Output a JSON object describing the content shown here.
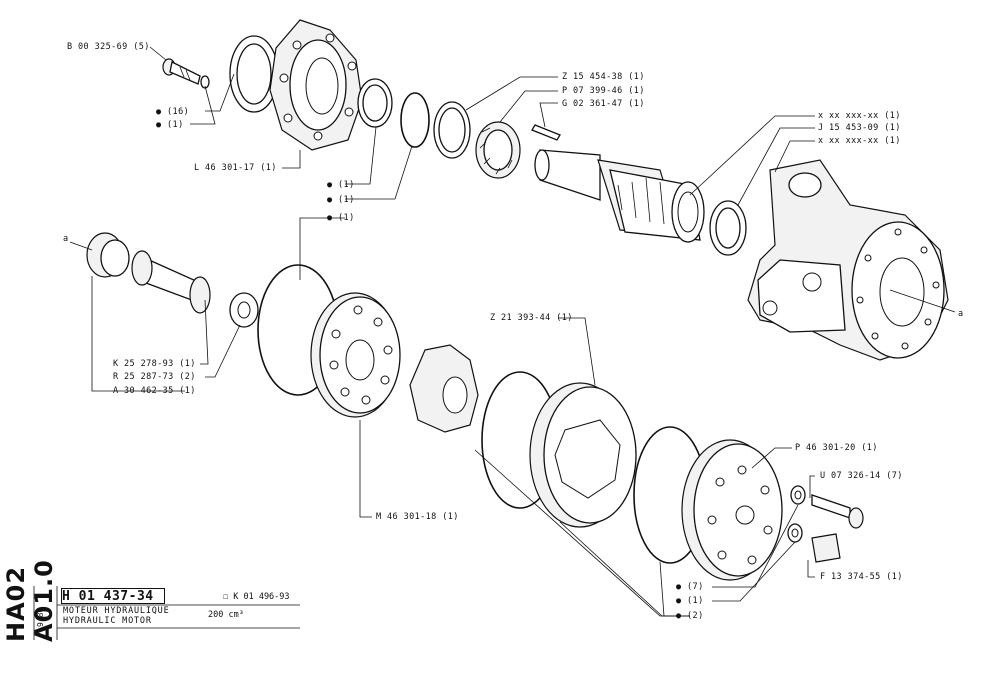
{
  "sheet": {
    "vertical_code": "HA02 A01.0",
    "date": "9.80",
    "drawing_number": "H 01 437-34",
    "reference": "☐ K 01 496-93",
    "title_fr": "MOTEUR HYDRAULIQUE",
    "title_en": "HYDRAULIC MOTOR",
    "displacement": "200 cm³"
  },
  "callouts": [
    {
      "id": "c1",
      "text": "B 00 325-69 (5)"
    },
    {
      "id": "c2",
      "text": "● (16)"
    },
    {
      "id": "c3",
      "text": "● (1)"
    },
    {
      "id": "c4",
      "text": "L 46 301-17 (1)"
    },
    {
      "id": "c5",
      "text": "● (1)"
    },
    {
      "id": "c6",
      "text": "● (1)"
    },
    {
      "id": "c7",
      "text": "● (1)"
    },
    {
      "id": "c8",
      "text": "Z 15 454-38 (1)"
    },
    {
      "id": "c9",
      "text": "P 07 399-46 (1)"
    },
    {
      "id": "c10",
      "text": "G 02 361-47 (1)"
    },
    {
      "id": "c11",
      "text": "x xx xxx-xx (1)"
    },
    {
      "id": "c12",
      "text": "J 15 453-09 (1)"
    },
    {
      "id": "c13",
      "text": "x xx xxx-xx (1)"
    },
    {
      "id": "c14",
      "text": "K 25 278-93 (1)"
    },
    {
      "id": "c15",
      "text": "R 25 287-73 (2)"
    },
    {
      "id": "c16",
      "text": "A 30 462-35 (1)"
    },
    {
      "id": "c17",
      "text": "Z 21 393-44 (1)"
    },
    {
      "id": "c18",
      "text": "M 46 301-18 (1)"
    },
    {
      "id": "c19",
      "text": "P 46 301-20 (1)"
    },
    {
      "id": "c20",
      "text": "U 07 326-14 (7)"
    },
    {
      "id": "c21",
      "text": "F 13 374-55 (1)"
    },
    {
      "id": "c22",
      "text": "● (7)"
    },
    {
      "id": "c23",
      "text": "● (1)"
    },
    {
      "id": "c24",
      "text": "● (2)"
    },
    {
      "id": "c25",
      "text": "a"
    },
    {
      "id": "c26",
      "text": "a"
    }
  ]
}
